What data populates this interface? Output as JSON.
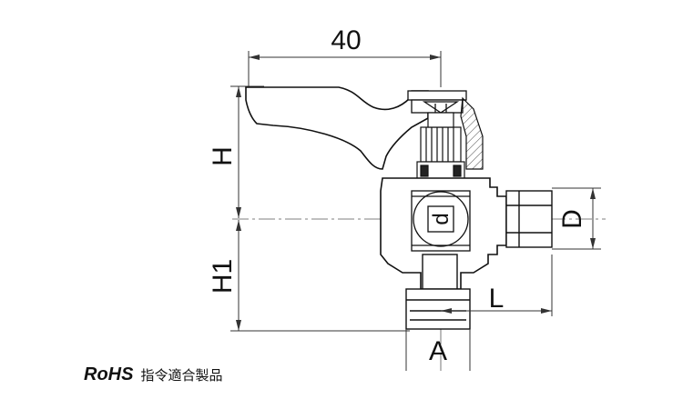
{
  "diagram": {
    "dimensions": {
      "width_top": "40",
      "H": "H",
      "H1": "H1",
      "D": "D",
      "d": "d",
      "L": "L",
      "A": "A"
    },
    "footer": {
      "brand": "RoHS",
      "suffix": "指令適合製品"
    }
  }
}
